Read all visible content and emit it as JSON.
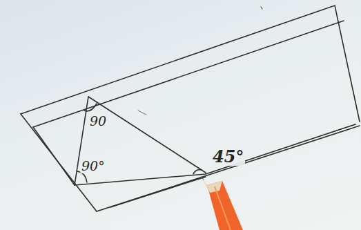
{
  "diagram": {
    "labels": [
      "90",
      "90°",
      "45°"
    ]
  }
}
